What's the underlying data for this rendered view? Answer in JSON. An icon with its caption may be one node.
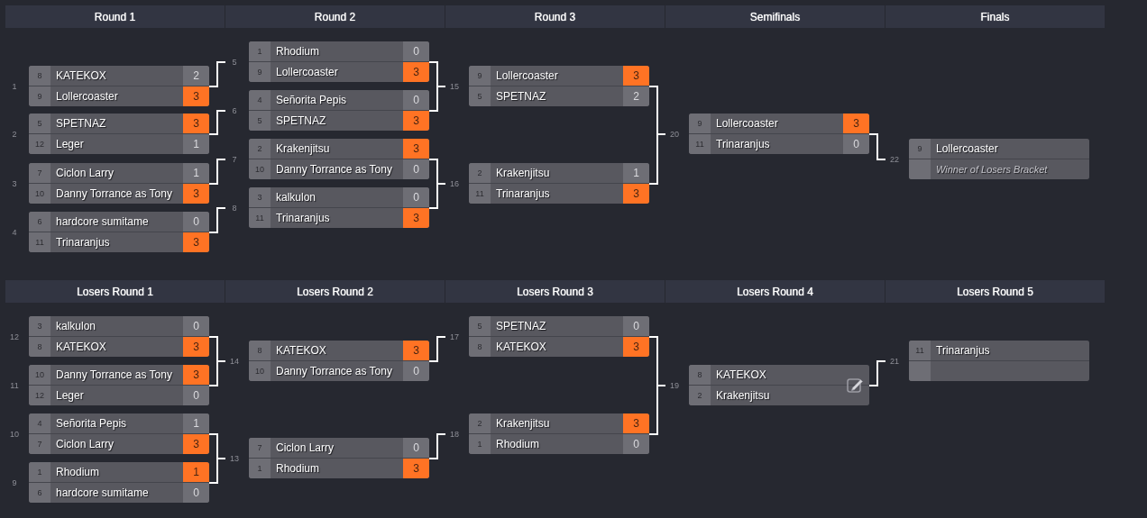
{
  "diagram": {
    "nodes": [
      {
        "text": [
          "Round 1"
        ]
      },
      {
        "text": [
          "Round 2"
        ]
      },
      {
        "text": [
          "Round 3"
        ]
      },
      {
        "text": [
          "Semifinals"
        ]
      },
      {
        "text": [
          "Finals"
        ]
      },
      {
        "text": [
          "8",
          "KATEKOX",
          "2",
          "9",
          "Lollercoaster",
          "3"
        ],
        "beside": [
          "1"
        ]
      },
      {
        "text": [
          "5",
          "SPETNAZ",
          "3",
          "12",
          "Leger",
          "1"
        ],
        "beside": [
          "2"
        ]
      },
      {
        "text": [
          "7",
          "Ciclon Larry",
          "1",
          "10",
          "Danny Torrance as Tony",
          "3"
        ],
        "beside": [
          "3"
        ]
      },
      {
        "text": [
          "6",
          "hardcore sumitame",
          "0",
          "11",
          "Trinaranjus",
          "3"
        ],
        "beside": [
          "4"
        ]
      },
      {
        "text": [
          "1",
          "Rhodium",
          "0",
          "9",
          "Lollercoaster",
          "3"
        ],
        "beside": [
          "5"
        ]
      },
      {
        "text": [
          "4",
          "Señorita Pepis",
          "0",
          "5",
          "SPETNAZ",
          "3"
        ],
        "beside": [
          "6"
        ]
      },
      {
        "text": [
          "2",
          "Krakenjitsu",
          "3",
          "10",
          "Danny Torrance as Tony",
          "0"
        ],
        "beside": [
          "7"
        ]
      },
      {
        "text": [
          "3",
          "kalkulon",
          "0",
          "11",
          "Trinaranjus",
          "3"
        ],
        "beside": [
          "8"
        ]
      },
      {
        "text": [
          "9",
          "Lollercoaster",
          "3",
          "5",
          "SPETNAZ",
          "2"
        ],
        "beside": [
          "15"
        ]
      },
      {
        "text": [
          "2",
          "Krakenjitsu",
          "1",
          "11",
          "Trinaranjus",
          "3"
        ],
        "beside": [
          "16"
        ]
      },
      {
        "text": [
          "9",
          "Lollercoaster",
          "3",
          "11",
          "Trinaranjus",
          "0"
        ],
        "beside": [
          "20"
        ]
      },
      {
        "text": [
          "9",
          "Lollercoaster",
          "Winner of Losers Bracket"
        ],
        "beside": [
          "22"
        ]
      },
      {
        "text": [
          "Losers Round 1"
        ]
      },
      {
        "text": [
          "Losers Round 2"
        ]
      },
      {
        "text": [
          "Losers Round 3"
        ]
      },
      {
        "text": [
          "Losers Round 4"
        ]
      },
      {
        "text": [
          "Losers Round 5"
        ]
      },
      {
        "text": [
          "3",
          "kalkulon",
          "0",
          "8",
          "KATEKOX",
          "3"
        ],
        "beside": [
          "12"
        ]
      },
      {
        "text": [
          "10",
          "Danny Torrance as Tony",
          "3",
          "12",
          "Leger",
          "0"
        ],
        "beside": [
          "11"
        ]
      },
      {
        "text": [
          "4",
          "Señorita Pepis",
          "1",
          "7",
          "Ciclon Larry",
          "3"
        ],
        "beside": [
          "10"
        ]
      },
      {
        "text": [
          "1",
          "Rhodium",
          "1",
          "6",
          "hardcore sumitame",
          "0"
        ],
        "beside": [
          "9"
        ]
      },
      {
        "text": [
          "8",
          "KATEKOX",
          "3",
          "10",
          "Danny Torrance as Tony",
          "0"
        ],
        "beside": [
          "14"
        ]
      },
      {
        "text": [
          "7",
          "Ciclon Larry",
          "0",
          "1",
          "Rhodium",
          "3"
        ],
        "beside": [
          "13"
        ]
      },
      {
        "text": [
          "5",
          "SPETNAZ",
          "0",
          "8",
          "KATEKOX",
          "3"
        ],
        "beside": [
          "17"
        ]
      },
      {
        "text": [
          "2",
          "Krakenjitsu",
          "3",
          "1",
          "Rhodium",
          "0"
        ],
        "beside": [
          "18"
        ]
      },
      {
        "text": [
          "8",
          "KATEKOX",
          "2",
          "Krakenjitsu"
        ],
        "beside": [
          "19"
        ]
      },
      {
        "text": [
          "11",
          "Trinaranjus"
        ],
        "beside": [
          "21"
        ]
      }
    ],
    "edges": [
      {
        "from": 5,
        "to": 9,
        "arrow": "none"
      },
      {
        "from": 6,
        "to": 10,
        "arrow": "none"
      },
      {
        "from": 7,
        "to": 11,
        "arrow": "none"
      },
      {
        "from": 8,
        "to": 12,
        "arrow": "none"
      },
      {
        "from": 9,
        "to": 13,
        "arrow": "none"
      },
      {
        "from": 10,
        "to": 13,
        "arrow": "none"
      },
      {
        "from": 11,
        "to": 14,
        "arrow": "none"
      },
      {
        "from": 12,
        "to": 14,
        "arrow": "none"
      },
      {
        "from": 13,
        "to": 15,
        "arrow": "none"
      },
      {
        "from": 14,
        "to": 15,
        "arrow": "none"
      },
      {
        "from": 15,
        "to": 16,
        "arrow": "none"
      },
      {
        "from": 22,
        "to": 26,
        "arrow": "none"
      },
      {
        "from": 23,
        "to": 26,
        "arrow": "none"
      },
      {
        "from": 24,
        "to": 27,
        "arrow": "none"
      },
      {
        "from": 25,
        "to": 27,
        "arrow": "none"
      },
      {
        "from": 26,
        "to": 28,
        "arrow": "none"
      },
      {
        "from": 27,
        "to": 29,
        "arrow": "none"
      },
      {
        "from": 28,
        "to": 30,
        "arrow": "none"
      },
      {
        "from": 29,
        "to": 30,
        "arrow": "none"
      },
      {
        "from": 30,
        "to": 31,
        "arrow": "none"
      }
    ]
  }
}
